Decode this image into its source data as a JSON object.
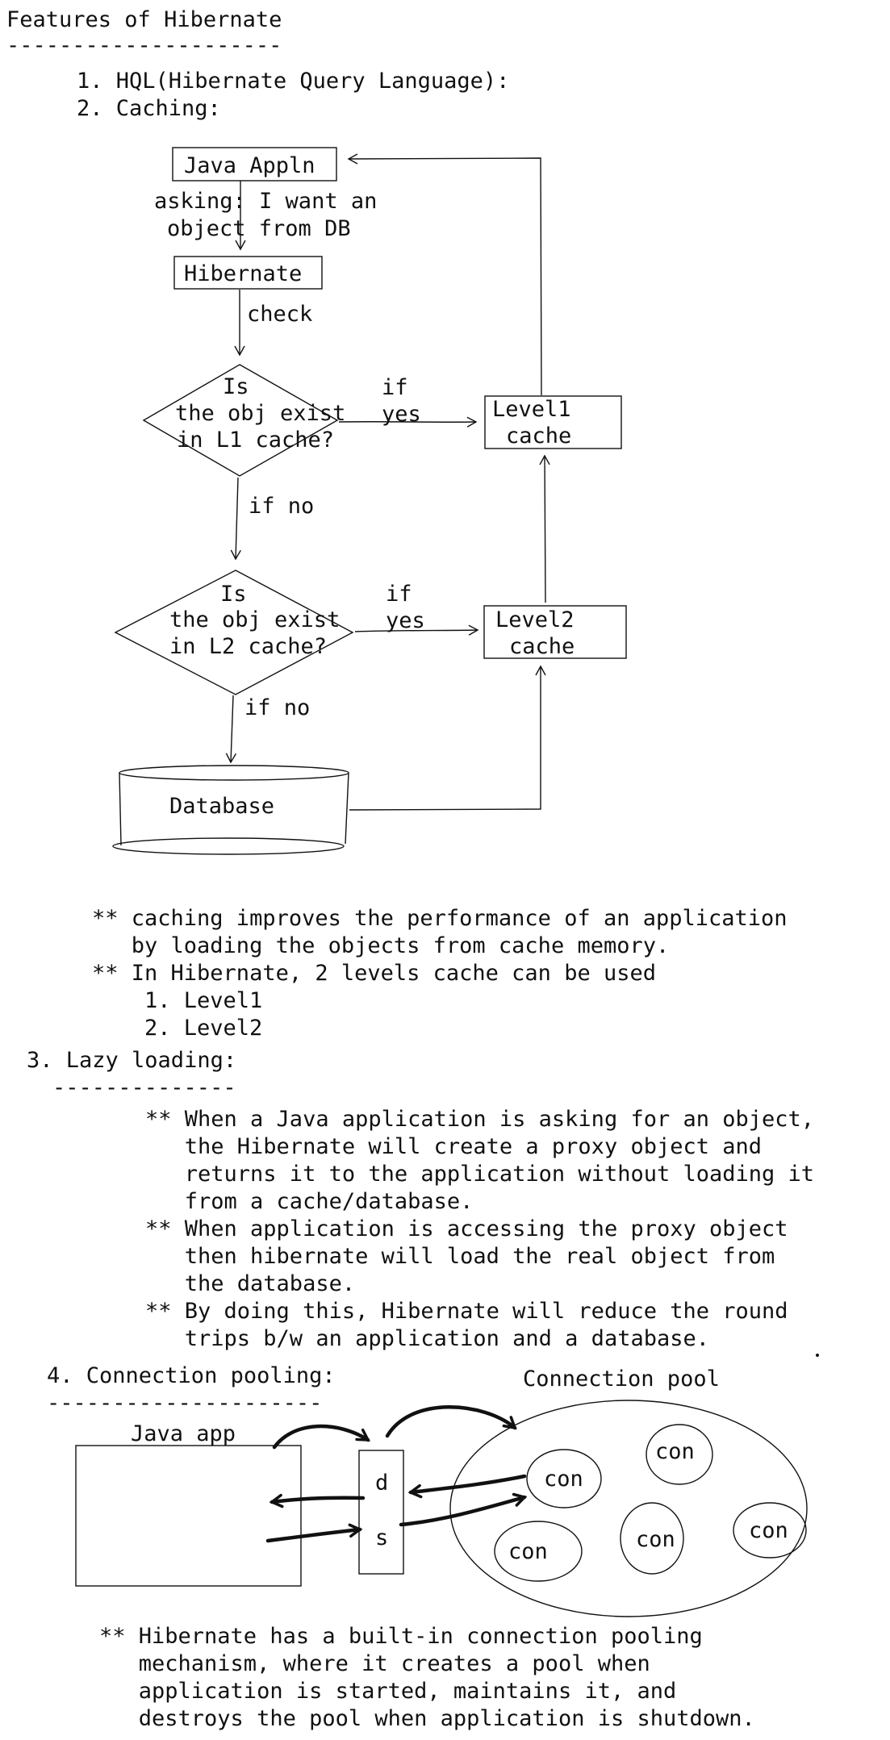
{
  "title": "Features of Hibernate",
  "title_underline": "---------------------",
  "features": {
    "item1": "1. HQL(Hibernate Query Language):",
    "item2": "2. Caching:"
  },
  "caching_diagram": {
    "java_appln": "Java Appln",
    "ask_line1": "asking: I want an",
    "ask_line2": "object from DB",
    "hibernate": "Hibernate",
    "check": "check",
    "d1_l1": "Is",
    "d1_l2": "the obj exist",
    "d1_l3": "in L1 cache?",
    "if_yes1_a": "if",
    "if_yes1_b": "yes",
    "level1_a": "Level1",
    "level1_b": "cache",
    "if_no1": "if no",
    "d2_l1": "Is",
    "d2_l2": "the obj exist",
    "d2_l3": "in L2 cache?",
    "if_yes2_a": "if",
    "if_yes2_b": "yes",
    "level2_a": "Level2",
    "level2_b": "cache",
    "if_no2": "if no",
    "database": "Database"
  },
  "caching_notes": {
    "n1a": "** caching improves the performance of an application",
    "n1b": "   by loading the objects from cache memory.",
    "n2": "** In Hibernate, 2 levels cache can be used",
    "l1": "1. Level1",
    "l2": "2. Level2"
  },
  "lazy": {
    "heading": "3. Lazy loading:",
    "underline": "--------------",
    "p1a": "** When a Java application is asking for an object,",
    "p1b": "   the Hibernate will create a proxy object and",
    "p1c": "   returns it to the application without loading it",
    "p1d": "   from a cache/database.",
    "p2a": "** When application is accessing the proxy object",
    "p2b": "   then hibernate will load the real object from",
    "p2c": "   the database.",
    "p3a": "** By doing this, Hibernate will reduce the round",
    "p3b": "   trips b/w an application and a database."
  },
  "pooling": {
    "heading": "4. Connection pooling:",
    "underline": "---------------------",
    "pool_label": "Connection pool",
    "java_app": "Java app",
    "ds_d": "d",
    "ds_s": "s",
    "con": "con",
    "note_a": "** Hibernate has a built-in connection pooling",
    "note_b": "   mechanism, where it creates a pool when",
    "note_c": "   application is started, maintains it, and",
    "note_d": "   destroys the pool when application is shutdown."
  }
}
